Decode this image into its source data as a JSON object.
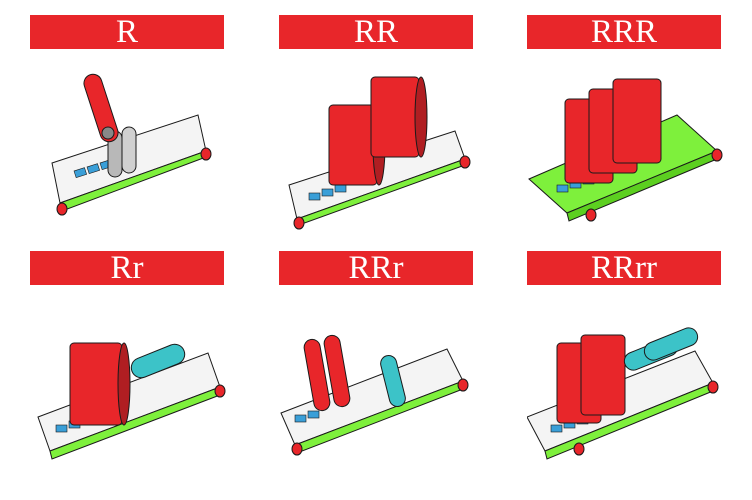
{
  "colors": {
    "banner": "#e8262a",
    "roller_red": "#e8262a",
    "roller_cyan": "#3cc3c8",
    "belt_green": "#7ef03c",
    "belt_white": "#f4f4f4",
    "outline": "#1a1a1a"
  },
  "panels": [
    {
      "label": "R",
      "rollers": [
        "hinged-red-roller"
      ]
    },
    {
      "label": "RR",
      "rollers": [
        "red-roller-cover",
        "red-roller-cover"
      ]
    },
    {
      "label": "RRR",
      "rollers": [
        "red-roller-cover",
        "red-roller-cover",
        "red-roller-cover"
      ]
    },
    {
      "label": "Rr",
      "rollers": [
        "red-roller-cover",
        "cyan-roller"
      ]
    },
    {
      "label": "RRr",
      "rollers": [
        "red-roller",
        "red-roller",
        "cyan-roller"
      ]
    },
    {
      "label": "RRrr",
      "rollers": [
        "red-roller-cover",
        "red-roller-cover",
        "cyan-roller",
        "cyan-roller"
      ]
    }
  ]
}
